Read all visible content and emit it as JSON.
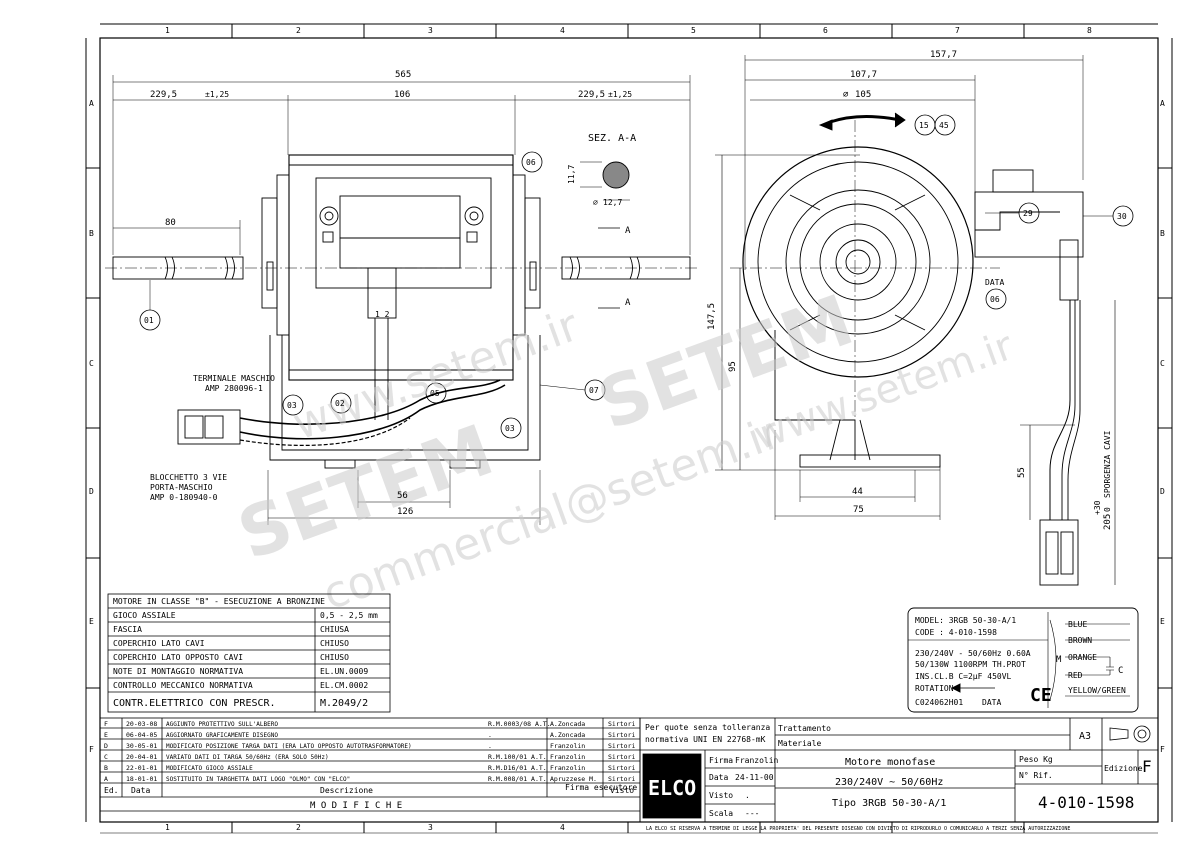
{
  "frame": {
    "columns": [
      "1",
      "2",
      "3",
      "4",
      "5",
      "6",
      "7",
      "8"
    ],
    "rows": [
      "A",
      "B",
      "C",
      "D",
      "E",
      "F"
    ]
  },
  "dimensions": {
    "overall_length": "565",
    "left_shaft": "229,5",
    "left_shaft_tol": "±1,25",
    "body": "106",
    "right_shaft": "229,5",
    "right_shaft_tol": "±1,25",
    "shaft_80": "80",
    "d_157": "157,7",
    "d_107": "107,7",
    "d_105": "105",
    "h_147": "147,5",
    "h_95": "95",
    "w_44": "44",
    "w_75": "75",
    "h_55": "55",
    "w_56": "56",
    "w_126": "126",
    "sez_11": "11,7",
    "sez_12": "12,7",
    "cable": "205",
    "cable_tol_top": "+30",
    "cable_tol_bottom": "0",
    "cable_label": "SPORGENZA CAVI"
  },
  "section": {
    "title": "SEZ. A-A",
    "marker": "A"
  },
  "callouts": [
    "01",
    "02",
    "03",
    "05",
    "06",
    "07",
    "15",
    "45",
    "29",
    "30"
  ],
  "labels": {
    "terminal": "TERMINALE MASCHIO",
    "terminal_amp": "AMP 280096-1",
    "block1": "BLOCCHETTO 3 VIE",
    "block2": "PORTA-MASCHIO",
    "block3": "AMP 0-180940-0",
    "data": "DATA",
    "pins": "1  2"
  },
  "spec_table": {
    "header": "MOTORE IN CLASSE \"B\" - ESECUZIONE A BRONZINE",
    "rows": [
      [
        "GIOCO ASSIALE",
        "0,5 - 2,5 mm"
      ],
      [
        "FASCIA",
        "CHIUSA"
      ],
      [
        "COPERCHIO LATO CAVI",
        "CHIUSO"
      ],
      [
        "COPERCHIO LATO OPPOSTO CAVI",
        "CHIUSO"
      ],
      [
        "NOTE DI MONTAGGIO NORMATIVA",
        "EL.UN.0009"
      ],
      [
        "CONTROLLO MECCANICO NORMATIVA",
        "EL.CM.0002"
      ]
    ],
    "footer": [
      "CONTR.ELETTRICO CON PRESCR.",
      "M.2049/2"
    ]
  },
  "nameplate": {
    "model": "MODEL: 3RGB  50-30-A/1",
    "code": "CODE : 4-010-1598",
    "l1": "230/240V -  50/60Hz     0.60A",
    "l2": "50/130W    1100RPM     TH.PROT",
    "l3": "INS.CL.B     C=2µF     450VL",
    "rotation": "ROTATION",
    "serial": "C024062H01",
    "data": "DATA",
    "ce": "CE",
    "m": "M",
    "c": "C",
    "wires": [
      "BLUE",
      "BROWN",
      "ORANGE",
      "RED",
      "YELLOW/GREEN"
    ]
  },
  "revisions": {
    "rows": [
      [
        "F",
        "20-03-08",
        "AGGIUNTO PROTETTIVO SULL'ALBERO",
        "R.M.0003/08 A.T.",
        "A.Zoncada",
        "Sirtori"
      ],
      [
        "E",
        "06-04-05",
        "AGGIORNATO GRAFICAMENTE DISEGNO",
        ".",
        "A.Zoncada",
        "Sirtori"
      ],
      [
        "D",
        "30-05-01",
        "MODIFICATO POSIZIONE TARGA DATI (ERA LATO OPPOSTO AUTOTRASFORMATORE)",
        ".",
        "Franzolin",
        "Sirtori"
      ],
      [
        "C",
        "20-04-01",
        "VARIATO DATI DI TARGA 50/60Hz (ERA SOLO 50Hz)",
        "R.M.100/01 A.T.",
        "Franzolin",
        "Sirtori"
      ],
      [
        "B",
        "22-01-01",
        "MODIFICATO GIOCO ASSIALE",
        "R.M.D16/01 A.T.",
        "Franzolin",
        "Sirtori"
      ],
      [
        "A",
        "18-01-01",
        "SOSTITUITO IN TARGHETTA DATI LOGO \"OLMO\" CON \"ELCO\"",
        "R.M.008/01 A.T.",
        "Apruzzese M.",
        "Sirtori"
      ]
    ],
    "head": [
      "Ed.",
      "Data",
      "Descrizione",
      "Firma esecutore",
      "Visto"
    ],
    "title": "M O D I F I C H E"
  },
  "titleblock": {
    "tolerance1": "Per quote senza tolleranza",
    "tolerance2": "normativa UNI EN 22768-mK",
    "trattamento": "Trattamento",
    "materiale": "Materiale",
    "format": "A3",
    "logo": "ELCO",
    "firma": "Firma",
    "firma_val": "Franzolin",
    "data": "Data",
    "data_val": "24-11-00",
    "visto": "Visto",
    "visto_val": ".",
    "scala": "Scala",
    "scala_val": "---",
    "title1": "Motore monofase",
    "title2": "230/240V ~ 50/60Hz",
    "title3": "Tipo 3RGB 50-30-A/1",
    "peso": "Peso Kg",
    "rif": "N° Rif.",
    "edizione": "Edizione",
    "edizione_val": "F",
    "drawing_no": "4-010-1598",
    "notice": "LA ELCO SI RISERVA A TERMINE DI LEGGE LA PROPRIETA' DEL PRESENTE DISEGNO CON DIVIETO DI RIPRODURLO O COMUNICARLO A TERZI SENZA AUTORIZZAZIONE"
  },
  "watermark": {
    "w1": "www.setem.ir",
    "w2": "SETEM",
    "w3": "SETEM",
    "w4": "commercial@setem.ir",
    "w5": "www.setem.ir"
  }
}
